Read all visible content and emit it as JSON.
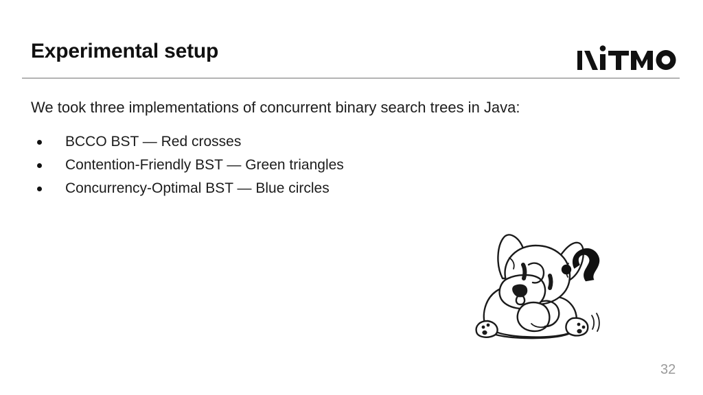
{
  "slide": {
    "title": "Experimental setup",
    "page_number": "32",
    "background_color": "#ffffff",
    "rule_color": "#b3b3b3",
    "text_color": "#1c1c1c",
    "page_number_color": "#9a9a9a"
  },
  "logo": {
    "name": "ITMO",
    "alt_text": "ITMO",
    "color": "#111111"
  },
  "body": {
    "intro": "We took three implementations of concurrent binary search trees in Java:",
    "bullets": [
      {
        "text": "BCCO BST — Red crosses"
      },
      {
        "text": "Contention-Friendly BST — Green triangles"
      },
      {
        "text": "Concurrency-Optimal BST — Blue circles"
      }
    ]
  },
  "illustration": {
    "name": "corgi-dog-thinking",
    "description": "Line-art corgi puppy sitting with paws together beside a question mark",
    "stroke_color": "#1a1a1a"
  }
}
